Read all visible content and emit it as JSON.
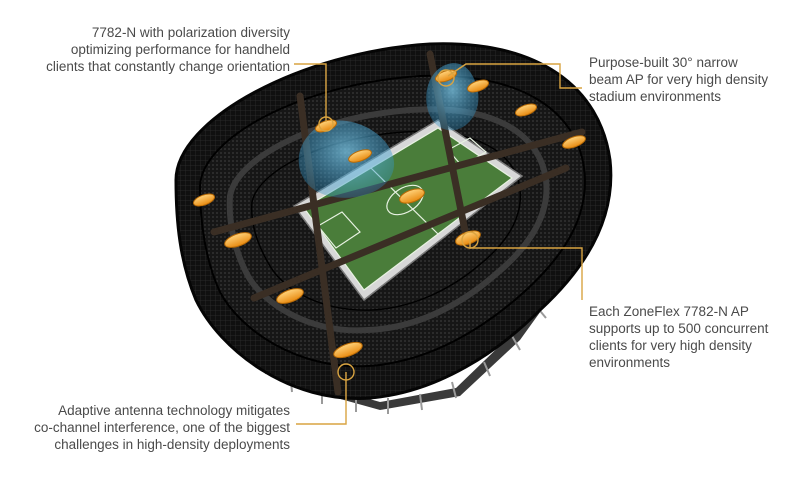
{
  "callouts": [
    {
      "text": "7782-N with polarization diversity\noptimizing performance for handheld\nclients that constantly change orientation"
    },
    {
      "text": "Purpose-built 30° narrow\nbeam AP for very high density\nstadium environments"
    },
    {
      "text": "Each ZoneFlex 7782-N AP\nsupports up to 500 concurrent\nclients for very high density\nenvironments"
    },
    {
      "text": "Adaptive antenna technology mitigates\nco-channel interference, one of the biggest\nchallenges in high-density deployments"
    }
  ],
  "colors": {
    "leader": "#d9a441",
    "ap": "#f5a623",
    "pitch": "#4a7d3a",
    "beam": "#3aa6d8",
    "text": "#4a4a4a",
    "stadium": "#1c1c1c"
  },
  "icons": [
    "access-point-icon",
    "antenna-beam-icon"
  ]
}
